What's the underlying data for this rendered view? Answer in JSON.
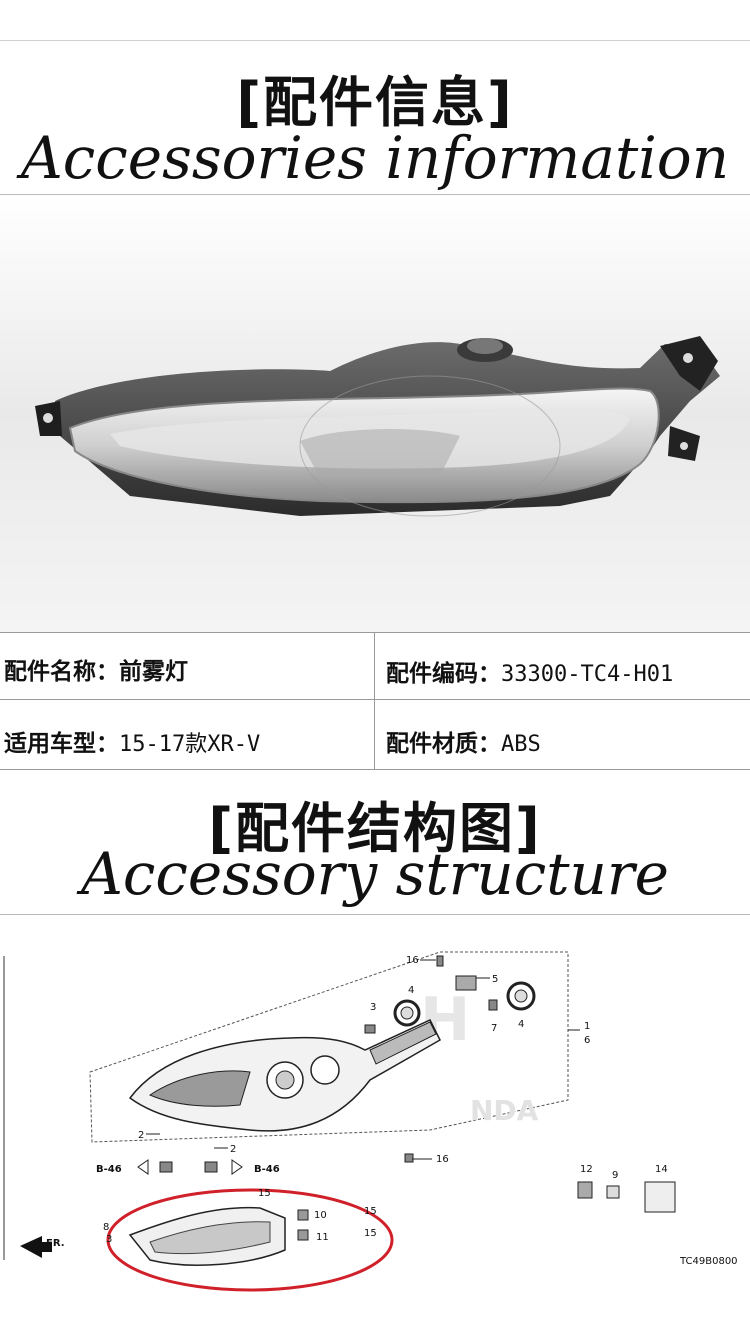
{
  "header": {
    "title_cn": "[配件信息]",
    "title_en": "Accessories information"
  },
  "specs": {
    "name_label": "配件名称：",
    "name_value": "前雾灯",
    "code_label": "配件编码：",
    "code_value": "33300-TC4-H01",
    "model_label": "适用车型：",
    "model_value": "15-17款XR-V",
    "material_label": "配件材质：",
    "material_value": "ABS"
  },
  "structure": {
    "title_cn": "[配件结构图]",
    "title_en": "Accessory structure"
  },
  "diagram": {
    "callouts": {
      "c16a": "16",
      "c5": "5",
      "c3": "3",
      "c4a": "4",
      "c7": "7",
      "c4b": "4",
      "c1": "1",
      "c6": "6",
      "c2a": "2",
      "c2b": "2",
      "c16b": "16",
      "b46l": "B-46",
      "b46r": "B-46",
      "c15a": "15",
      "c15b": "15",
      "c15c": "15",
      "c10": "10",
      "c11": "11",
      "c8": "8",
      "c3b": "3",
      "c12": "12",
      "c9": "9",
      "c14": "14",
      "fr": "FR.",
      "code": "TC49B0800"
    },
    "highlight_color": "#d0212a"
  }
}
